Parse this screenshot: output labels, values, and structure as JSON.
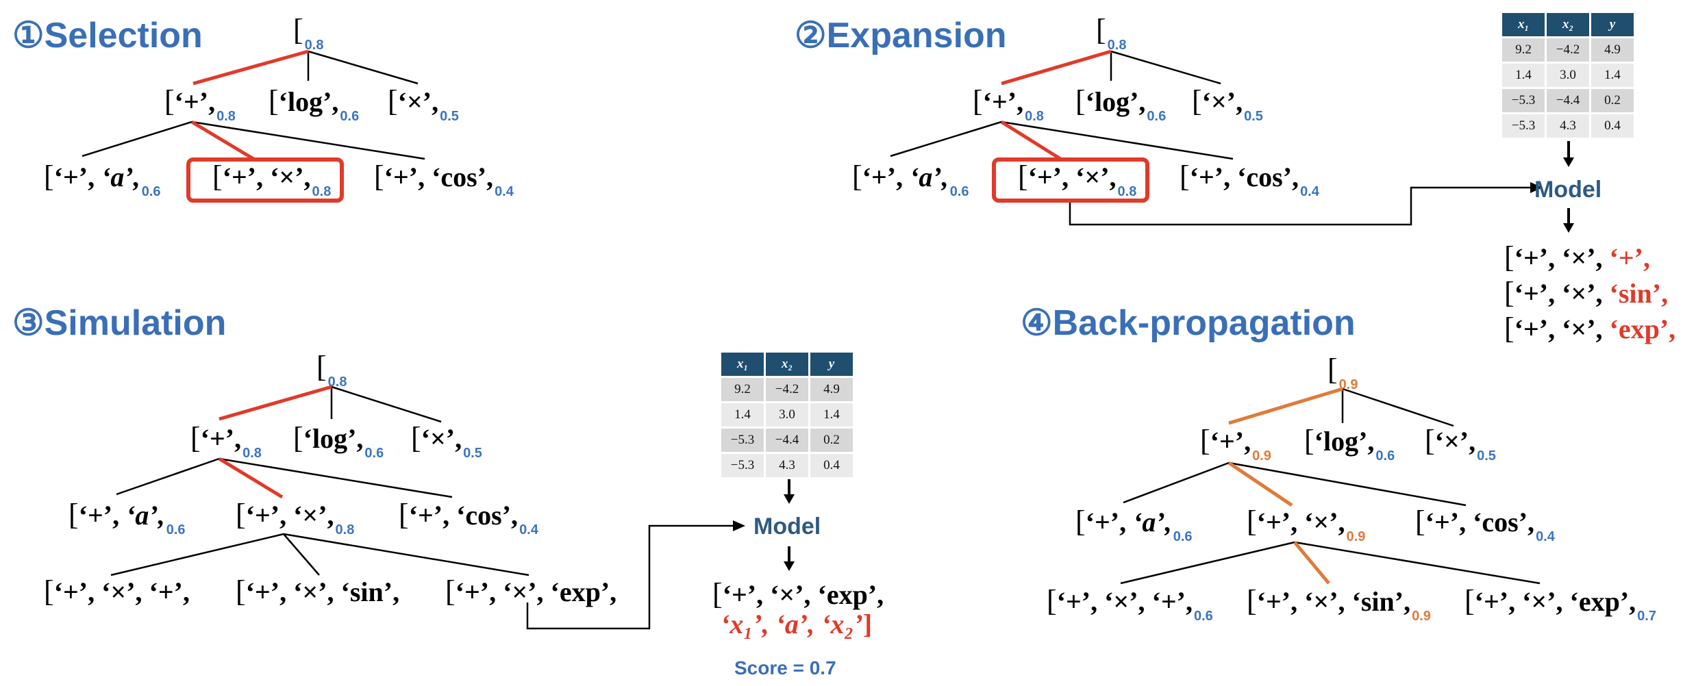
{
  "headers": {
    "selection": "①Selection",
    "expansion": "②Expansion",
    "simulation": "③Simulation",
    "backprop": "④Back-propagation"
  },
  "tokens": {
    "bracket": "[",
    "plus_comma": "‘+’,",
    "log_comma": "‘log’,",
    "times_comma": "‘×’,",
    "a_comma": "‘a’,",
    "cos_comma": "‘cos’,",
    "sin_comma": "‘sin’,",
    "exp_comma": "‘exp’,",
    "x1": "‘x₁’,",
    "a": "‘a’,",
    "x2": "‘x₂’",
    "close": "]"
  },
  "values": {
    "root": "0.8",
    "plus": "0.8",
    "log": "0.6",
    "times": "0.5",
    "pa": "0.6",
    "pt": "0.8",
    "pc": "0.4",
    "bp_root": "0.9",
    "bp_plus": "0.9",
    "bp_pt": "0.9",
    "bp_ptp": "0.6",
    "bp_pts": "0.9",
    "bp_pte": "0.7"
  },
  "model_label": "Model",
  "score_text": "Score = 0.7",
  "colors": {
    "header": "#3a6fb7",
    "selected_edge": "#e03a2a",
    "backprop_edge": "#e07a3a",
    "value": "#3b74c2",
    "model": "#2e5a82"
  },
  "data_table": {
    "headers": [
      "x₁",
      "x₂",
      "y"
    ],
    "rows": [
      [
        "9.2",
        "−4.2",
        "4.9"
      ],
      [
        "1.4",
        "3.0",
        "1.4"
      ],
      [
        "−5.3",
        "−4.4",
        "0.2"
      ],
      [
        "−5.3",
        "4.3",
        "0.4"
      ]
    ]
  }
}
